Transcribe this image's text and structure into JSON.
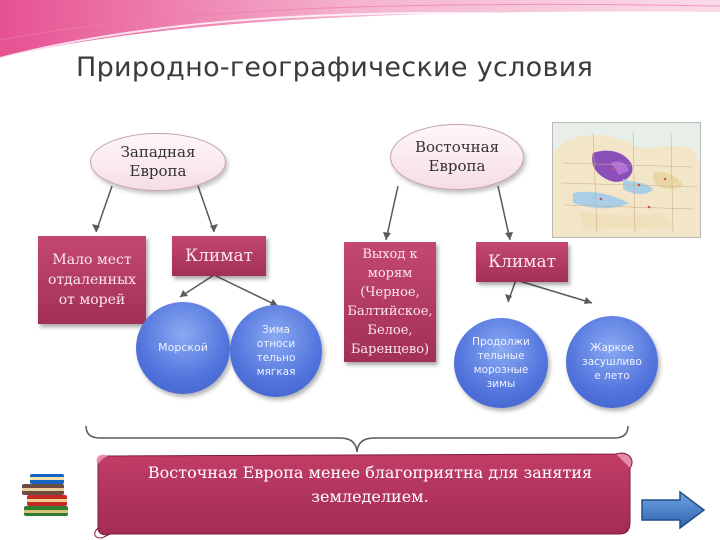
{
  "title": "Природно-географические условия",
  "west": {
    "label_lines": [
      "Западная",
      "Европа"
    ],
    "feature_lines": [
      "Мало мест",
      "отдаленных",
      "от морей"
    ],
    "climate": "Климат",
    "climate_types": [
      {
        "lines": [
          "Морской"
        ]
      },
      {
        "lines": [
          "Зима",
          "относи",
          "тельно",
          "мягкая"
        ]
      }
    ]
  },
  "east": {
    "label_lines": [
      "Восточная",
      "Европа"
    ],
    "feature_lines": [
      "Выход к",
      "морям",
      "(Черное,",
      "Балтийское,",
      "Белое,",
      "Баренцево)"
    ],
    "climate": "Климат",
    "climate_types": [
      {
        "lines": [
          "Продолжи",
          "тельные",
          "морозные",
          "зимы"
        ]
      },
      {
        "lines": [
          "Жаркое",
          "засушливо",
          "е лето"
        ]
      }
    ]
  },
  "conclusion_lines": [
    "Восточная Европа менее благоприятна для занятия",
    "земледелием."
  ],
  "colors": {
    "box": "#b03a63",
    "circle": "#5173dc",
    "ellipse_border": "#c7a0b4",
    "swoosh": "#e04a8a"
  },
  "icons": [
    "map-image",
    "books-icon",
    "next-arrow-icon"
  ]
}
